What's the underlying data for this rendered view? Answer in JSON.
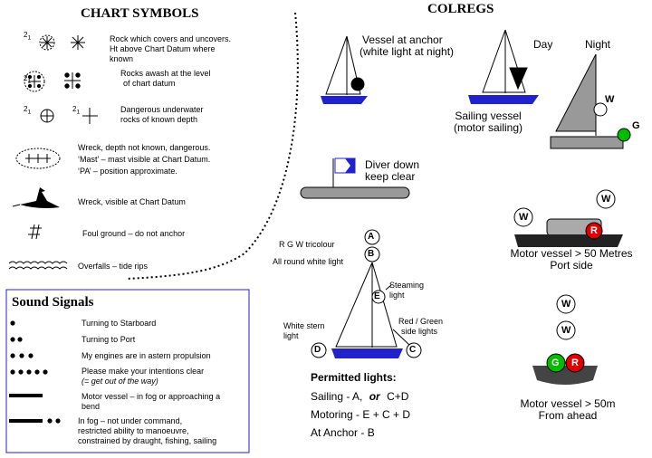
{
  "chart_symbols": {
    "title": "CHART SYMBOLS",
    "depth_digit": "2",
    "depth_sub": "1",
    "items": [
      {
        "label": "Rock which covers and uncovers.",
        "label2": "Ht above Chart Datum where",
        "label3": "known"
      },
      {
        "label": "Rocks awash at the level",
        "label2": "of chart datum"
      },
      {
        "label": "Dangerous underwater",
        "label2": "rocks of known depth"
      },
      {
        "label": "Wreck, depth not known, dangerous.",
        "label2": "‘Mast’ – mast visible at Chart Datum.",
        "label3": "‘PA’ – position approximate."
      },
      {
        "label": "Wreck, visible at Chart Datum"
      },
      {
        "label": "Foul ground – do not anchor"
      },
      {
        "label": "Overfalls – tide rips"
      }
    ]
  },
  "sound_signals": {
    "title": "Sound Signals",
    "items": [
      {
        "label": "Turning to Starboard"
      },
      {
        "label": "Turning to Port"
      },
      {
        "label": "My engines are in astern propulsion"
      },
      {
        "label": "Please make your intentions clear",
        "label2": "(= get out of the way)"
      },
      {
        "label": "Motor vessel – in fog or approaching a",
        "label2": "bend"
      },
      {
        "label": "In fog – not under command,",
        "label2": "restricted ability to manoeuvre,",
        "label3": "constrained by draught, fishing, sailing"
      }
    ]
  },
  "colregs": {
    "title": "COLREGS",
    "vessel_at_anchor": {
      "line1": "Vessel at anchor",
      "line2": "(white light at night)"
    },
    "sailing_vessel": {
      "line1": "Sailing vessel",
      "line2": "(motor sailing)"
    },
    "day_label": "Day",
    "night_label": "Night",
    "light_W": "W",
    "light_G": "G",
    "light_R": "R",
    "diver": {
      "line1": "Diver down",
      "line2": "keep clear"
    },
    "motor_port": {
      "line1": "Motor vessel > 50 Metres",
      "line2": "Port side"
    },
    "motor_ahead": {
      "line1": "Motor vessel > 50m",
      "line2": "From ahead"
    },
    "lights_diagram": {
      "A": "A",
      "B": "B",
      "C": "C",
      "D": "D",
      "E": "E",
      "tricolour": "R  G  W  tricolour",
      "all_round": "All round white light",
      "steaming1": "Steaming",
      "steaming2": "light",
      "white_stern1": "White stern",
      "white_stern2": "light",
      "red_green1": "Red / Green",
      "red_green2": "side lights"
    },
    "permitted": {
      "title": "Permitted lights:",
      "sailing_a": "Sailing - A,",
      "sailing_or": "or",
      "sailing_b": "C+D",
      "motoring": "Motoring - E + C + D",
      "anchor": "At Anchor - B"
    }
  },
  "colors": {
    "blue": "#2222cc",
    "green": "#00bb00",
    "red": "#dd0000",
    "grey": "#999999"
  }
}
